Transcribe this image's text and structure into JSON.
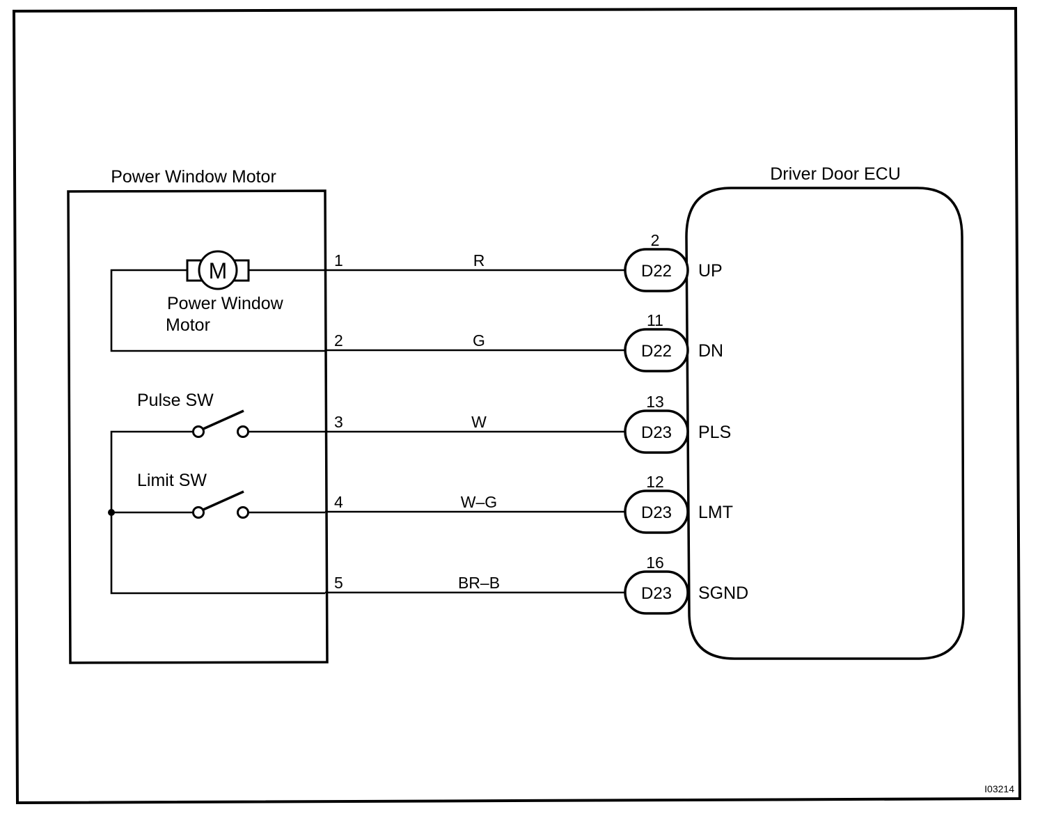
{
  "diagram": {
    "figure_id": "I03214",
    "left_component": {
      "title": "Power Window Motor",
      "motor_symbol": "M",
      "motor_label_line1": "Power Window",
      "motor_label_line2": "Motor",
      "pulse_switch_label": "Pulse SW",
      "limit_switch_label": "Limit SW"
    },
    "right_component": {
      "title": "Driver Door ECU"
    },
    "connections": [
      {
        "pin": "1",
        "wire_color": "R",
        "connector": "D22",
        "connector_pin": "2",
        "ecu_terminal": "UP"
      },
      {
        "pin": "2",
        "wire_color": "G",
        "connector": "D22",
        "connector_pin": "11",
        "ecu_terminal": "DN"
      },
      {
        "pin": "3",
        "wire_color": "W",
        "connector": "D23",
        "connector_pin": "13",
        "ecu_terminal": "PLS"
      },
      {
        "pin": "4",
        "wire_color": "W–G",
        "connector": "D23",
        "connector_pin": "12",
        "ecu_terminal": "LMT"
      },
      {
        "pin": "5",
        "wire_color": "BR–B",
        "connector": "D23",
        "connector_pin": "16",
        "ecu_terminal": "SGND"
      }
    ]
  }
}
